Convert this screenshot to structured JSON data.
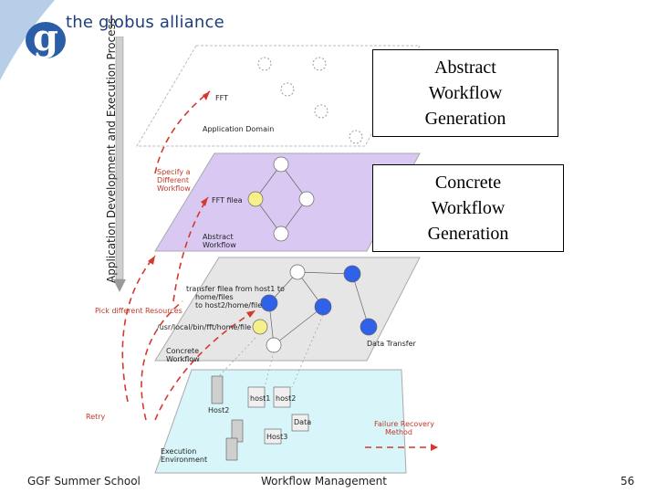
{
  "logo": {
    "glyph": "g",
    "text": "the globus alliance"
  },
  "side_label": "Application Development and Execution Process",
  "callouts": {
    "abstract": [
      "Abstract",
      "Workflow",
      "Generation"
    ],
    "concrete": [
      "Concrete",
      "Workflow",
      "Generation"
    ]
  },
  "layers": {
    "top": {
      "fft": "FFT",
      "domain": "Application Domain"
    },
    "abstract": {
      "fft_files": "FFT filea",
      "name": [
        "Abstract",
        "Workflow"
      ]
    },
    "concrete": {
      "transfer": [
        "transfer filea from host1 to",
        "home/files",
        "to host2/home/file"
      ],
      "execute": "/usr/local/bin/fft/home/file",
      "name": [
        "Concrete",
        "Workflow"
      ],
      "data_transfer": "Data Transfer"
    },
    "execution": {
      "host1a": "host1",
      "host2a": "host2",
      "host2": "Host2",
      "data": "Data",
      "host3": "Host3",
      "name": [
        "Execution",
        "Environment"
      ]
    }
  },
  "side_notes": {
    "specify": [
      "Specify a",
      "Different",
      "Workflow"
    ],
    "pick": "Pick different Resources",
    "retry": "Retry",
    "failure": [
      "Failure Recovery",
      "Method"
    ]
  },
  "colors": {
    "abstract_layer": "#d9c8f2",
    "concrete_layer": "#e6e6e6",
    "execution_layer": "#d8f6f9",
    "node_yellow": "#f5f08a",
    "node_blue": "#2f62e8",
    "arrow_red": "#d23a2f",
    "logo_blue": "#2c5ea8"
  },
  "footer": {
    "left": "GGF Summer School",
    "center": "Workflow Management",
    "page": "56"
  }
}
